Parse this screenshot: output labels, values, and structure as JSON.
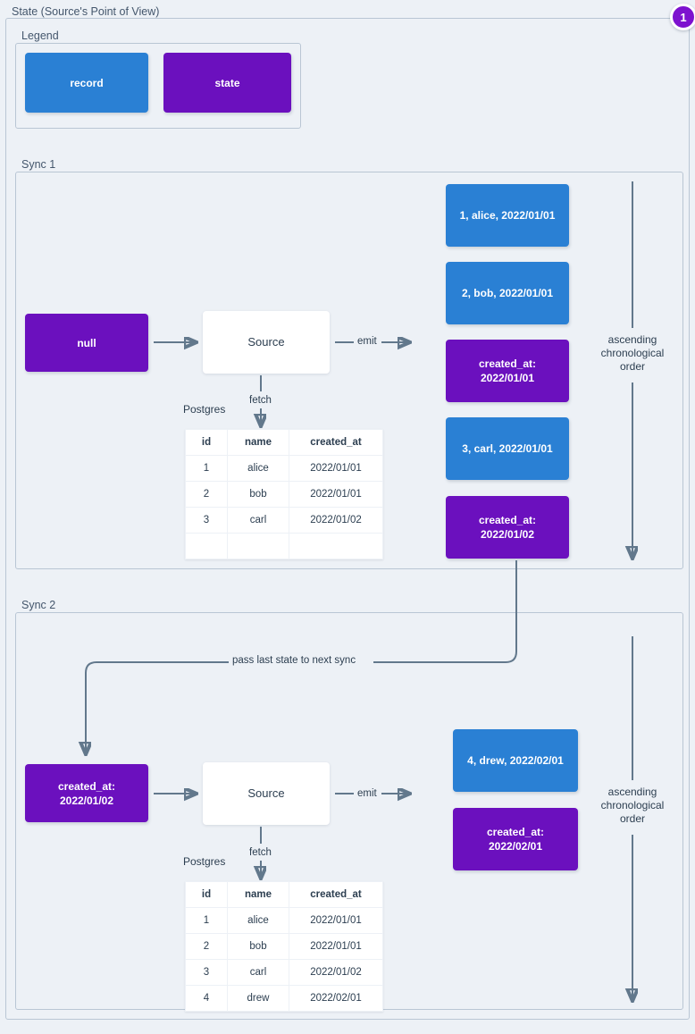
{
  "title": "State (Source's Point of View)",
  "badge": {
    "label": "1",
    "color": "#7d12cf"
  },
  "colors": {
    "record": "#2a80d4",
    "state": "#6b10be",
    "background": "#edf1f6",
    "frame_border": "#b9c6d4",
    "wire": "#62788c",
    "text": "#2c3e50"
  },
  "legend": {
    "label": "Legend",
    "items": [
      {
        "label": "record",
        "kind": "record"
      },
      {
        "label": "state",
        "kind": "state"
      }
    ]
  },
  "sync1": {
    "label": "Sync 1",
    "input_state": "null",
    "source_label": "Source",
    "fetch_label": "fetch",
    "emit_label": "emit",
    "db_label": "Postgres",
    "order_note": "ascending\nchronological\norder",
    "table": {
      "columns": [
        "id",
        "name",
        "created_at"
      ],
      "rows": [
        [
          "1",
          "alice",
          "2022/01/01"
        ],
        [
          "2",
          "bob",
          "2022/01/01"
        ],
        [
          "3",
          "carl",
          "2022/01/02"
        ],
        [
          "",
          "",
          ""
        ]
      ]
    },
    "emitted": [
      {
        "kind": "record",
        "label": "1, alice, 2022/01/01"
      },
      {
        "kind": "record",
        "label": "2, bob, 2022/01/01"
      },
      {
        "kind": "state",
        "label": "created_at:\n2022/01/01"
      },
      {
        "kind": "record",
        "label": "3, carl, 2022/01/01"
      },
      {
        "kind": "state",
        "label": "created_at:\n2022/01/02"
      }
    ]
  },
  "pass_state_label": "pass last state to next sync",
  "sync2": {
    "label": "Sync 2",
    "input_state": "created_at:\n2022/01/02",
    "source_label": "Source",
    "fetch_label": "fetch",
    "emit_label": "emit",
    "db_label": "Postgres",
    "order_note": "ascending\nchronological\norder",
    "table": {
      "columns": [
        "id",
        "name",
        "created_at"
      ],
      "rows": [
        [
          "1",
          "alice",
          "2022/01/01"
        ],
        [
          "2",
          "bob",
          "2022/01/01"
        ],
        [
          "3",
          "carl",
          "2022/01/02"
        ],
        [
          "4",
          "drew",
          "2022/02/01"
        ]
      ]
    },
    "emitted": [
      {
        "kind": "record",
        "label": "4, drew, 2022/02/01"
      },
      {
        "kind": "state",
        "label": "created_at:\n2022/02/01"
      }
    ]
  }
}
